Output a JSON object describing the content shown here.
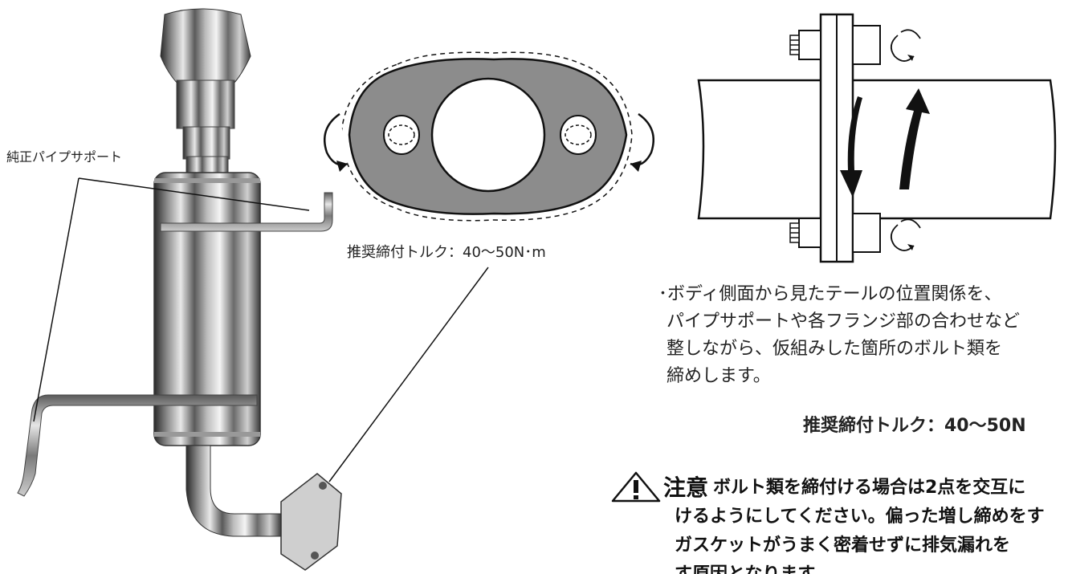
{
  "labels": {
    "pipe_support": "純正パイプサポート",
    "recommended_torque": "推奨締付トルク：40～50N･m"
  },
  "instructions": {
    "lines": [
      "･ボディ側面から見たテールの位置関係を、",
      "パイプサポートや各フランジ部の合わせなど",
      "整しながら、仮組みした箇所のボルト類を",
      "締めします。"
    ],
    "torque_bold": "推奨締付トルク：40～50N"
  },
  "caution": {
    "label": "注意",
    "lines": [
      "ボルト類を締付ける場合は2点を交互に",
      "けるようにしてください。偏った増し締めをす",
      "ガスケットがうまく密着せずに排気漏れを",
      "す原因となります。"
    ]
  },
  "colors": {
    "gasket_fill": "#8c8c8c",
    "outline": "#111111",
    "text": "#222222"
  },
  "icons": [
    "warning-triangle-icon",
    "rotate-left-arrow-icon",
    "rotate-right-arrow-icon",
    "rotation-icon"
  ]
}
